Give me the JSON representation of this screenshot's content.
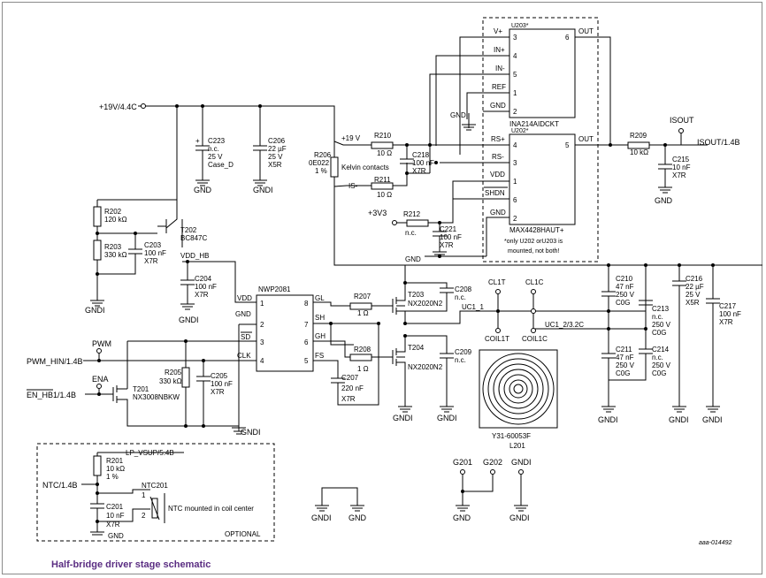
{
  "title": "Half-bridge driver stage schematic",
  "ref_code": "aaa-014492",
  "nets": {
    "v19": "+19V/4.4C",
    "v19b": "+19 V",
    "v3v3": "+3V3",
    "isout": "ISOUT",
    "isout_net": "ISOUT/1.4B",
    "vdd_hb": "VDD_HB",
    "pwm": "PWM",
    "pwm_hin": "PWM_HIN/1.4B",
    "ena": "ENA",
    "en_hb": "EN_HB1/1.4B",
    "uc1_1": "UC1_1",
    "uc1_2": "UC1_2/3.2C",
    "cl1t": "CL1T",
    "cl1c": "CL1C",
    "coil1t": "COIL1T",
    "coil1c": "COIL1C",
    "lp_vsup": "LP_VSUP/5.4B",
    "ntc": "NTC/1.4B",
    "gnd": "GND",
    "gndi": "GNDI",
    "is_minus": "IS-",
    "kelvin": "Kelvin contacts"
  },
  "u203": {
    "ref": "U203*",
    "part": "INA214AIDCKT",
    "pins": [
      "V+",
      "IN+",
      "IN-",
      "REF",
      "GND",
      "OUT"
    ],
    "nums": [
      "3",
      "4",
      "5",
      "1",
      "2",
      "6"
    ]
  },
  "u202": {
    "ref": "U202*",
    "part": "MAX4428HAUT+",
    "pins": [
      "RS+",
      "RS-",
      "VDD",
      "SHDN",
      "GND",
      "OUT"
    ],
    "nums": [
      "4",
      "3",
      "1",
      "6",
      "2",
      "5"
    ],
    "note1": "*only U202 orU203 is",
    "note2": "mounted, not both!"
  },
  "u_drv": {
    "part": "NWP2081",
    "left_pins": [
      "VDD",
      "GND",
      "SD",
      "CLK"
    ],
    "left_nums": [
      "1",
      "2",
      "3",
      "4"
    ],
    "right_pins": [
      "GL",
      "SH",
      "GH",
      "FS"
    ],
    "right_nums": [
      "8",
      "7",
      "6",
      "5"
    ]
  },
  "components": {
    "c223": [
      "C223",
      "n.c.",
      "25 V",
      "Case_D"
    ],
    "c206": [
      "C206",
      "22 µF",
      "25 V",
      "X5R"
    ],
    "r206": [
      "R206",
      "0E022",
      "1 %"
    ],
    "r210": [
      "R210",
      "10 Ω"
    ],
    "r211": [
      "R211",
      "10 Ω"
    ],
    "c218": [
      "C218",
      "100 nF",
      "X7R"
    ],
    "r212": [
      "R212",
      "n.c."
    ],
    "c221": [
      "C221",
      "100 nF",
      "X7R"
    ],
    "r209": [
      "R209",
      "10 kΩ"
    ],
    "c215": [
      "C215",
      "10 nF",
      "X7R"
    ],
    "r202": [
      "R202",
      "120 kΩ"
    ],
    "r203": [
      "R203",
      "330 kΩ"
    ],
    "c203": [
      "C203",
      "100 nF",
      "X7R"
    ],
    "t202": [
      "T202",
      "BC847C"
    ],
    "c204": [
      "C204",
      "100 nF",
      "X7R"
    ],
    "r207": [
      "R207",
      "1 Ω"
    ],
    "r208": [
      "R208",
      "1 Ω"
    ],
    "t203": [
      "T203",
      "NX2020N2"
    ],
    "t204": [
      "T204",
      "NX2020N2"
    ],
    "c208": [
      "C208",
      "n.c."
    ],
    "c209": [
      "C209",
      "n.c."
    ],
    "c207": [
      "C207",
      "220 nF",
      "X7R"
    ],
    "r205": [
      "R205",
      "330 kΩ"
    ],
    "c205": [
      "C205",
      "100 nF",
      "X7R"
    ],
    "t201": [
      "T201",
      "NX3008NBKW"
    ],
    "c210": [
      "C210",
      "47 nF",
      "250 V",
      "C0G"
    ],
    "c211": [
      "C211",
      "47 nF",
      "250 V",
      "C0G"
    ],
    "c213": [
      "C213",
      "n.c.",
      "250 V",
      "C0G"
    ],
    "c214": [
      "C214",
      "n.c.",
      "250 V",
      "C0G"
    ],
    "c216": [
      "C216",
      "22 µF",
      "25 V",
      "X5R"
    ],
    "c217": [
      "C217",
      "100 nF",
      "X7R"
    ],
    "coil": [
      "Y31-60053F",
      "L201"
    ],
    "r201": [
      "R201",
      "10 kΩ",
      "1 %"
    ],
    "c201": [
      "C201",
      "10 nF",
      "X7R"
    ],
    "ntc201": [
      "NTC201",
      "1",
      "2"
    ],
    "ntc_note": "NTC mounted in coil center",
    "optional": "OPTIONAL"
  },
  "gnd_pins": [
    "G201",
    "G202",
    "GNDI"
  ]
}
